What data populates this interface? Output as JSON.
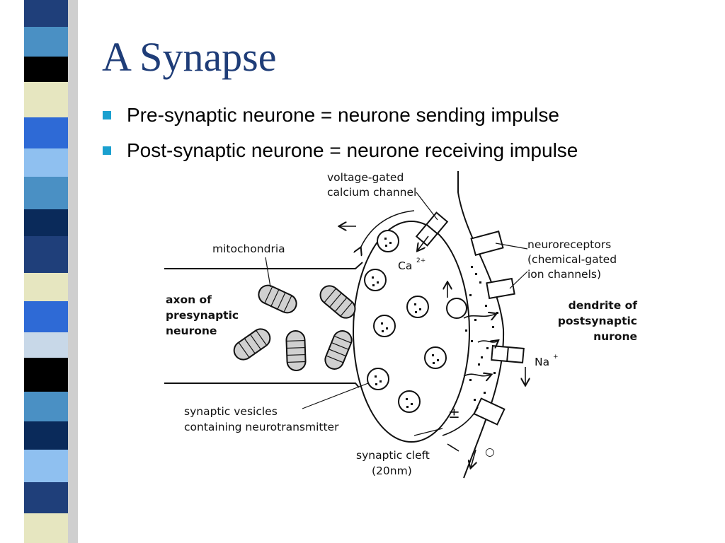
{
  "slide": {
    "title": "A Synapse",
    "bullets": [
      "Pre-synaptic neurone = neurone sending impulse",
      "Post-synaptic neurone = neurone receiving impulse"
    ]
  },
  "diagram": {
    "labels": {
      "calcium_channel_line1": "voltage-gated",
      "calcium_channel_line2": "calcium channel",
      "mitochondria": "mitochondria",
      "calcium": "Ca",
      "calcium_charge": "2+",
      "sodium": "Na",
      "sodium_charge": "+",
      "neuroreceptors_line1": "neuroreceptors",
      "neuroreceptors_line2": "(chemical-gated",
      "neuroreceptors_line3": "ion channels)",
      "axon_line1": "axon of",
      "axon_line2": "presynaptic",
      "axon_line3": "neurone",
      "dendrite_line1": "dendrite of",
      "dendrite_line2": "postsynaptic",
      "dendrite_line3": "nurone",
      "vesicles_line1": "synaptic vesicles",
      "vesicles_line2": "containing neurotransmitter",
      "cleft_line1": "synaptic cleft",
      "cleft_line2": "(20nm)",
      "plus_minus": "±",
      "small_circle": "○"
    }
  },
  "colors": {
    "title": "#1f3d78",
    "bullet_marker": "#1aa0cf",
    "stripe_palette": [
      "#1f3f7a",
      "#4a90c4",
      "#000000",
      "#e6e6c0",
      "#2e6ad6",
      "#8fc0f0",
      "#0a2a5a",
      "#c8d8e8"
    ]
  }
}
